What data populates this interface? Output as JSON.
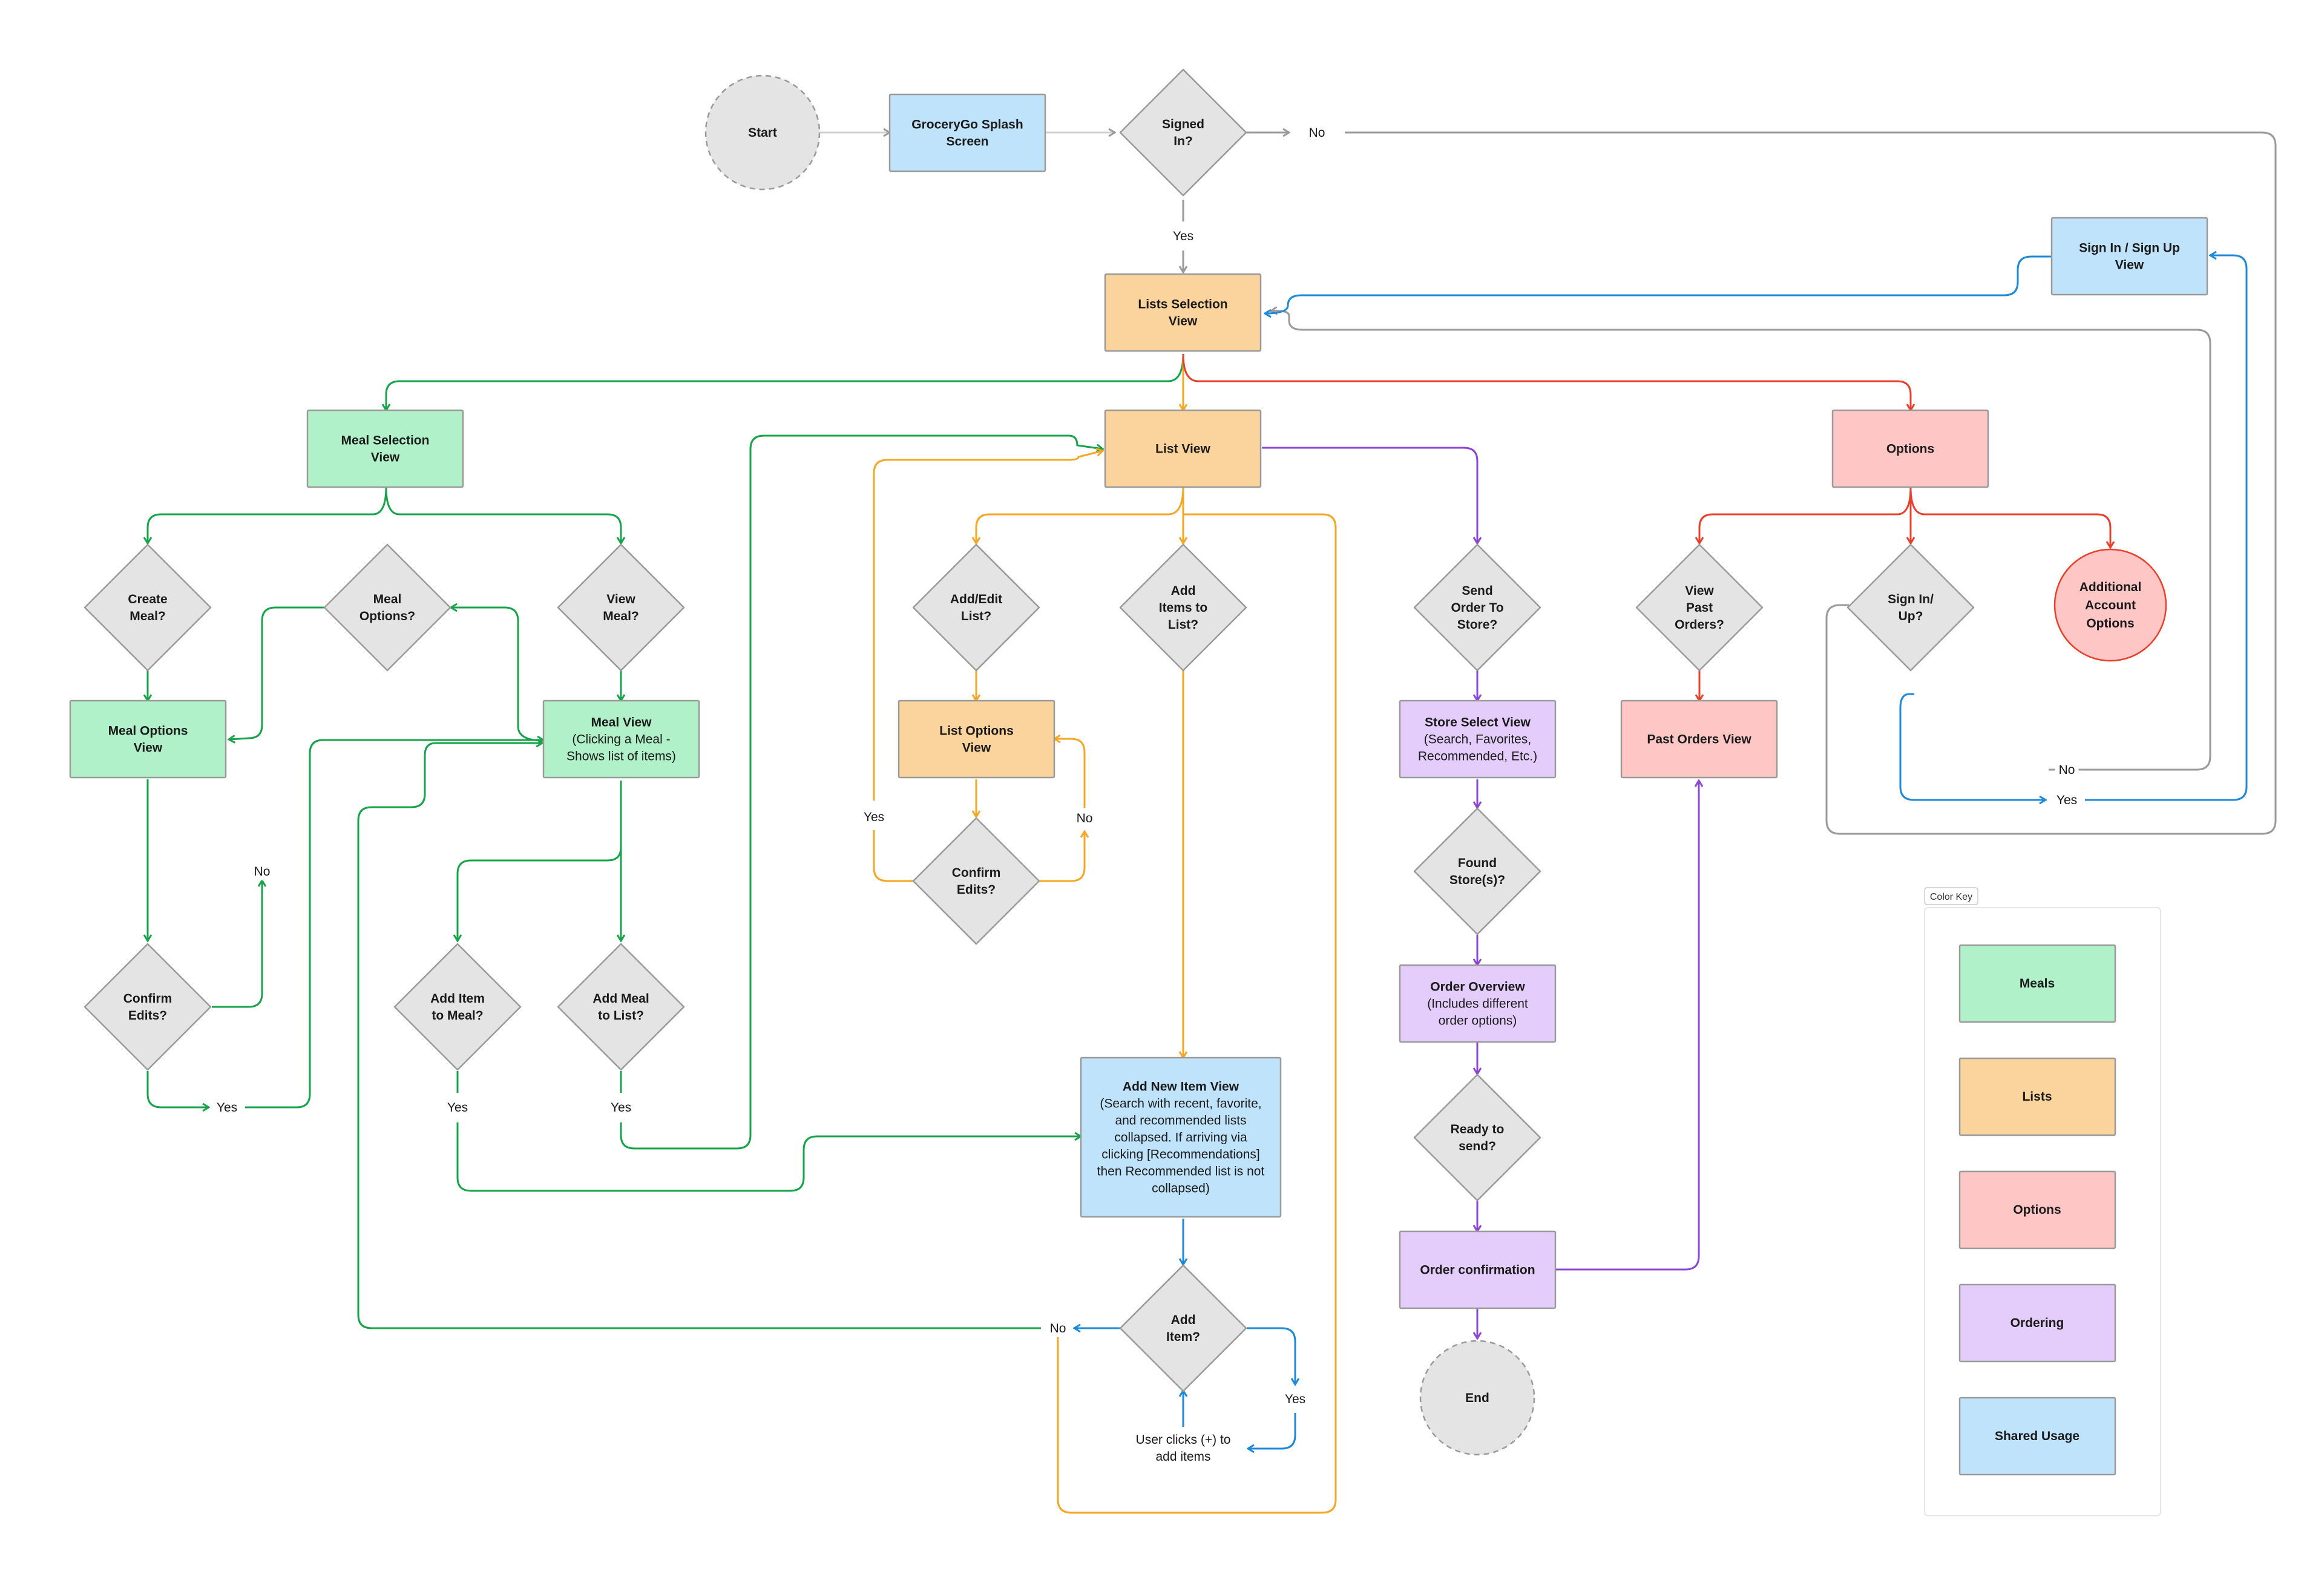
{
  "colors": {
    "green": "#b0f1c9",
    "green_edge": "#17a34a",
    "orange": "#fbd39c",
    "orange_edge": "#f5a623",
    "red": "#ffc6c6",
    "red_edge": "#e8402a",
    "purple": "#e4cdfb",
    "purple_edge": "#8e44d6",
    "blue": "#bfe3fb",
    "blue_edge": "#1c8ad9",
    "gray": "#e4e4e4",
    "gray_edge": "#9a9a9a"
  },
  "nodes": {
    "start": "Start",
    "splash": "GroceryGo Splash\nScreen",
    "signed_in": "Signed\nIn?",
    "signin_view": "Sign In / Sign Up\nView",
    "lists_selection": "Lists Selection\nView",
    "meal_selection": "Meal Selection\nView",
    "list_view": "List View",
    "options": "Options",
    "create_meal": "Create\nMeal?",
    "meal_options_q": "Meal\nOptions?",
    "view_meal": "View\nMeal?",
    "meal_options_view": "Meal Options\nView",
    "meal_view_title": "Meal View",
    "meal_view_sub": "(Clicking a Meal -\nShows list of items)",
    "confirm_edits_meal": "Confirm\nEdits?",
    "add_item_to_meal": "Add Item\nto Meal?",
    "add_meal_to_list": "Add Meal\nto List?",
    "add_edit_list": "Add/Edit\nList?",
    "add_items_to_list": "Add\nItems to\nList?",
    "list_options_view": "List Options\nView",
    "confirm_edits_list": "Confirm\nEdits?",
    "add_new_item_title": "Add New Item View",
    "add_new_item_sub": "(Search with recent, favorite,\nand recommended lists\ncollapsed. If arriving via\nclicking  [Recommendations]\nthen Recommended list is not\ncollapsed)",
    "add_item_q": "Add\nItem?",
    "user_clicks": "User clicks (+) to\nadd items",
    "send_order": "Send\nOrder To\nStore?",
    "store_select_title": "Store Select View",
    "store_select_sub": "(Search, Favorites,\nRecommended, Etc.)",
    "found_stores": "Found\nStore(s)?",
    "order_overview_title": "Order Overview",
    "order_overview_sub": "(Includes different\norder options)",
    "ready_to_send": "Ready to\nsend?",
    "order_confirmation": "Order confirmation",
    "end": "End",
    "view_past_orders": "View\nPast\nOrders?",
    "past_orders_view": "Past Orders View",
    "sign_in_up_q": "Sign In/\nUp?",
    "additional_account": "Additional\nAccount\nOptions"
  },
  "edge_labels": {
    "no_signed": "No",
    "yes_signed": "Yes",
    "no_meal_confirm": "No",
    "yes_meal_confirm": "Yes",
    "yes_add_item_meal": "Yes",
    "yes_add_meal_list": "Yes",
    "yes_list_confirm": "Yes",
    "no_list_confirm": "No",
    "no_add_item": "No",
    "yes_add_item": "Yes",
    "no_sign_in": "No",
    "yes_sign_in": "Yes"
  },
  "legend": {
    "title": "Color Key",
    "items": [
      "Meals",
      "Lists",
      "Options",
      "Ordering",
      "Shared Usage"
    ]
  }
}
